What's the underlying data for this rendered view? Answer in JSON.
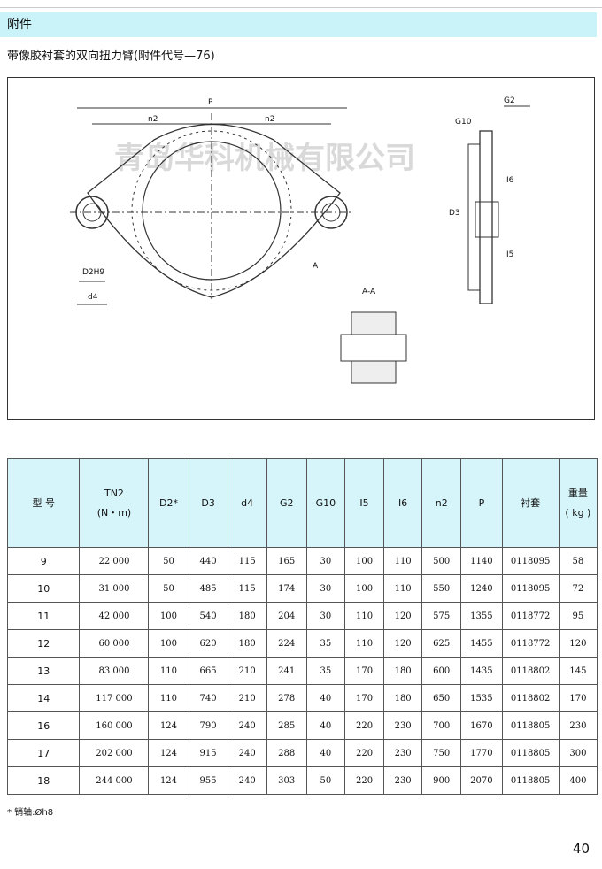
{
  "section": "附件",
  "subtitle": "带像胶衬套的双向扭力臂(附件代号—76)",
  "drawing": {
    "labels": {
      "P": "P",
      "n2a": "n2",
      "n2b": "n2",
      "d2h9": "D2H9",
      "d4": "d4",
      "a": "A",
      "aa": "A-A",
      "g2": "G2",
      "g10": "G10",
      "i6": "I6",
      "d3": "D3",
      "i5": "I5"
    },
    "watermark": "青岛华科机械有限公司"
  },
  "table": {
    "headers": [
      [
        "型 号"
      ],
      [
        "TN2",
        "(N・m)"
      ],
      [
        "D2*"
      ],
      [
        "D3"
      ],
      [
        "d4"
      ],
      [
        "G2"
      ],
      [
        "G10"
      ],
      [
        "I5"
      ],
      [
        "I6"
      ],
      [
        "n2"
      ],
      [
        "P"
      ],
      [
        "衬套"
      ],
      [
        "重量",
        "( kg )"
      ]
    ],
    "rows": [
      [
        "9",
        "22 000",
        "50",
        "440",
        "115",
        "165",
        "30",
        "100",
        "110",
        "500",
        "1140",
        "0118095",
        "58"
      ],
      [
        "10",
        "31 000",
        "50",
        "485",
        "115",
        "174",
        "30",
        "100",
        "110",
        "550",
        "1240",
        "0118095",
        "72"
      ],
      [
        "11",
        "42 000",
        "100",
        "540",
        "180",
        "204",
        "30",
        "110",
        "120",
        "575",
        "1355",
        "0118772",
        "95"
      ],
      [
        "12",
        "60 000",
        "100",
        "620",
        "180",
        "224",
        "35",
        "110",
        "120",
        "625",
        "1455",
        "0118772",
        "120"
      ],
      [
        "13",
        "83 000",
        "110",
        "665",
        "210",
        "241",
        "35",
        "170",
        "180",
        "600",
        "1435",
        "0118802",
        "145"
      ],
      [
        "14",
        "117 000",
        "110",
        "740",
        "210",
        "278",
        "40",
        "170",
        "180",
        "650",
        "1535",
        "0118802",
        "170"
      ],
      [
        "16",
        "160 000",
        "124",
        "790",
        "240",
        "285",
        "40",
        "220",
        "230",
        "700",
        "1670",
        "0118805",
        "230"
      ],
      [
        "17",
        "202 000",
        "124",
        "915",
        "240",
        "288",
        "40",
        "220",
        "230",
        "750",
        "1770",
        "0118805",
        "300"
      ],
      [
        "18",
        "244 000",
        "124",
        "955",
        "240",
        "303",
        "50",
        "220",
        "230",
        "900",
        "2070",
        "0118805",
        "400"
      ]
    ]
  },
  "note": "* 销轴:Øh8",
  "page_number": "40"
}
